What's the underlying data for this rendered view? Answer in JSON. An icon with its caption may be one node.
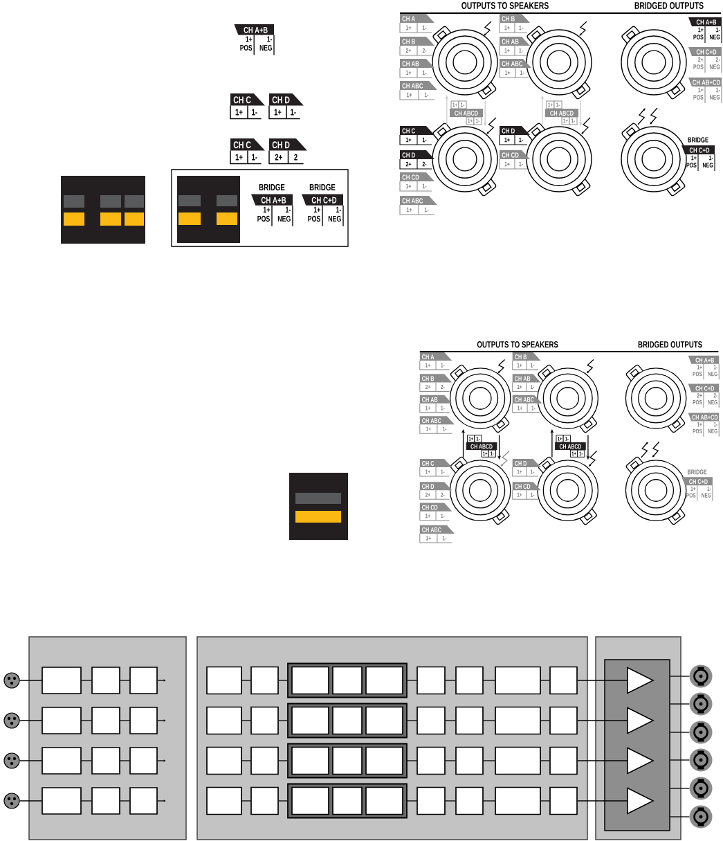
{
  "diagram": {
    "nodes": [
      {
        "text": [
          "CH A+B",
          "1+ POS",
          "1- NEG"
        ]
      },
      {
        "text": [
          "CH C",
          "1+",
          "1-"
        ]
      },
      {
        "text": [
          "CH D",
          "1+",
          "1-"
        ]
      },
      {
        "text": [
          "CH C",
          "1+",
          "1-"
        ]
      },
      {
        "text": [
          "CH D",
          "2+",
          "2"
        ]
      },
      {
        "text": [],
        "shape": "box"
      },
      {
        "text": [
          "BRIDGE",
          "CH A+B",
          "1+ POS",
          "1- NEG"
        ],
        "in": 5
      },
      {
        "text": [
          "BRIDGE",
          "CH C+D",
          "1+ POS",
          "1- NEG"
        ],
        "in": 5
      },
      {
        "text": [
          "CH A",
          "1+",
          "1-"
        ]
      },
      {
        "text": [
          "CH B",
          "2+",
          "2-"
        ]
      },
      {
        "text": [
          "CH AB",
          "1+",
          "1-"
        ]
      },
      {
        "text": [
          "CH ABC",
          "1+",
          "1-"
        ]
      },
      {
        "text": [
          "CH B",
          "1+",
          "1-"
        ]
      },
      {
        "text": [
          "CH AB",
          "1+",
          "1-"
        ]
      },
      {
        "text": [
          "CH ABC",
          "1+",
          "1-"
        ]
      },
      {
        "text": [
          "CH A+B",
          "1+ POS",
          "1- NEG"
        ]
      },
      {
        "text": [
          "CH C+D",
          "2+ POS",
          "2- NEG"
        ]
      },
      {
        "text": [
          "CH AB+CD",
          "1+ POS",
          "1- NEG"
        ]
      },
      {
        "text": [],
        "shape": "circle"
      },
      {
        "text": [],
        "shape": "circle"
      },
      {
        "text": [],
        "shape": "circle"
      },
      {
        "text": [
          "1+",
          "1-",
          "CH ABCD",
          "1+",
          "1-"
        ]
      },
      {
        "text": [
          "1+",
          "1-",
          "CH ABCD",
          "1+",
          "1-"
        ]
      },
      {
        "text": [
          "CH C",
          "1+",
          "1-"
        ]
      },
      {
        "text": [
          "CH D",
          "2+",
          "2-"
        ]
      },
      {
        "text": [
          "CH CD",
          "1+",
          "1-"
        ]
      },
      {
        "text": [
          "CH ABC",
          "1+",
          "1-"
        ]
      },
      {
        "text": [
          "CH D",
          "1+",
          "1-"
        ]
      },
      {
        "text": [
          "CH CD",
          "1+",
          "1-"
        ]
      },
      {
        "text": [
          "BRIDGE",
          "CH C+D",
          "1+ POS",
          "1- NEG"
        ]
      },
      {
        "text": [],
        "shape": "circle"
      },
      {
        "text": [],
        "shape": "circle"
      },
      {
        "text": [],
        "shape": "circle"
      },
      {
        "text": [
          "CH A",
          "1+",
          "1-"
        ]
      },
      {
        "text": [
          "CH B",
          "2+",
          "2-"
        ]
      },
      {
        "text": [
          "CH AB",
          "1+",
          "1-"
        ]
      },
      {
        "text": [
          "CH ABC",
          "1+",
          "1-"
        ]
      },
      {
        "text": [
          "CH B",
          "1+",
          "1-"
        ]
      },
      {
        "text": [
          "CH AB",
          "1+",
          "1-"
        ]
      },
      {
        "text": [
          "CH ABC",
          "1+",
          "1-"
        ]
      },
      {
        "text": [
          "CH A+B",
          "1+ POS",
          "1- NEG"
        ]
      },
      {
        "text": [
          "CH C+D",
          "2+ POS",
          "2- NEG"
        ]
      },
      {
        "text": [
          "CH AB+CD",
          "1+ POS",
          "1- NEG"
        ]
      },
      {
        "text": [],
        "shape": "circle"
      },
      {
        "text": [],
        "shape": "circle"
      },
      {
        "text": [],
        "shape": "circle"
      },
      {
        "text": [
          "1+",
          "1-",
          "CH ABCD",
          "1+",
          "1-"
        ]
      },
      {
        "text": [
          "1+",
          "1-",
          "CH ABCD",
          "1+",
          "1-"
        ]
      },
      {
        "text": [
          "CH C",
          "1+",
          "1-"
        ]
      },
      {
        "text": [
          "CH D",
          "2+",
          "2-"
        ]
      },
      {
        "text": [
          "CH CD",
          "1+",
          "1-"
        ]
      },
      {
        "text": [
          "CH ABC",
          "1+",
          "1-"
        ]
      },
      {
        "text": [
          "CH D",
          "1+",
          "1-"
        ]
      },
      {
        "text": [
          "CH CD",
          "1+",
          "1-"
        ]
      },
      {
        "text": [
          "BRIDGE",
          "CH C+D",
          "1+ POS",
          "1- NEG"
        ]
      },
      {
        "text": [],
        "shape": "circle"
      },
      {
        "text": [],
        "shape": "circle"
      },
      {
        "text": [],
        "shape": "circle"
      },
      {
        "text": [],
        "shape": "box"
      },
      {
        "text": [],
        "shape": "circle"
      },
      {
        "text": [],
        "shape": "circle"
      },
      {
        "text": [],
        "shape": "circle"
      },
      {
        "text": [],
        "shape": "circle"
      },
      {
        "text": [],
        "shape": "box",
        "in": 58
      },
      {
        "text": [],
        "shape": "box",
        "in": 58
      },
      {
        "text": [],
        "shape": "box",
        "in": 58
      },
      {
        "text": [],
        "shape": "box",
        "in": 58
      },
      {
        "text": [],
        "shape": "box",
        "in": 58
      },
      {
        "text": [],
        "shape": "box",
        "in": 58
      },
      {
        "text": [],
        "shape": "box",
        "in": 58
      },
      {
        "text": [],
        "shape": "box",
        "in": 58
      },
      {
        "text": [],
        "shape": "box",
        "in": 58
      },
      {
        "text": [],
        "shape": "box",
        "in": 58
      },
      {
        "text": [],
        "shape": "box",
        "in": 58
      },
      {
        "text": [],
        "shape": "box",
        "in": 58
      },
      {
        "text": [],
        "shape": "box"
      },
      {
        "text": [],
        "shape": "box",
        "in": 75
      },
      {
        "text": [],
        "shape": "box",
        "in": 75
      },
      {
        "text": [],
        "shape": "box",
        "in": 75
      },
      {
        "text": [],
        "shape": "box",
        "in": 78
      },
      {
        "text": [],
        "shape": "box",
        "in": 78
      },
      {
        "text": [],
        "shape": "box",
        "in": 78
      },
      {
        "text": [],
        "shape": "box",
        "in": 75
      },
      {
        "text": [],
        "shape": "box",
        "in": 75
      },
      {
        "text": [],
        "shape": "box",
        "in": 75
      },
      {
        "text": [],
        "shape": "box",
        "in": 75
      },
      {
        "text": [],
        "shape": "box",
        "in": 75
      },
      {
        "text": [],
        "shape": "box",
        "in": 75
      },
      {
        "text": [],
        "shape": "box",
        "in": 75
      },
      {
        "text": [],
        "shape": "box",
        "in": 88
      },
      {
        "text": [],
        "shape": "box",
        "in": 88
      },
      {
        "text": [],
        "shape": "box",
        "in": 88
      },
      {
        "text": [],
        "shape": "box",
        "in": 75
      },
      {
        "text": [],
        "shape": "box",
        "in": 75
      },
      {
        "text": [],
        "shape": "box",
        "in": 75
      },
      {
        "text": [],
        "shape": "box",
        "in": 75
      },
      {
        "text": [],
        "shape": "box",
        "in": 75
      },
      {
        "text": [],
        "shape": "box",
        "in": 75
      },
      {
        "text": [],
        "shape": "box",
        "in": 75
      },
      {
        "text": [],
        "shape": "box",
        "in": 98
      },
      {
        "text": [],
        "shape": "box",
        "in": 98
      },
      {
        "text": [],
        "shape": "box",
        "in": 98
      },
      {
        "text": [],
        "shape": "box",
        "in": 75
      },
      {
        "text": [],
        "shape": "box",
        "in": 75
      },
      {
        "text": [],
        "shape": "box",
        "in": 75
      },
      {
        "text": [],
        "shape": "box",
        "in": 75
      },
      {
        "text": [],
        "shape": "box",
        "in": 75
      },
      {
        "text": [],
        "shape": "box",
        "in": 75
      },
      {
        "text": [],
        "shape": "box",
        "in": 75
      },
      {
        "text": [],
        "shape": "box",
        "in": 108
      },
      {
        "text": [],
        "shape": "box",
        "in": 108
      },
      {
        "text": [],
        "shape": "box",
        "in": 108
      },
      {
        "text": [],
        "shape": "box",
        "in": 75
      },
      {
        "text": [],
        "shape": "box",
        "in": 75
      },
      {
        "text": [],
        "shape": "box",
        "in": 75
      },
      {
        "text": [],
        "shape": "box",
        "in": 75
      },
      {
        "text": [],
        "shape": "box"
      },
      {
        "text": [],
        "shape": "box",
        "in": 116
      },
      {
        "text": [],
        "shape": "triangle",
        "in": 117
      },
      {
        "text": [],
        "shape": "triangle",
        "in": 117
      },
      {
        "text": [],
        "shape": "triangle",
        "in": 117
      },
      {
        "text": [],
        "shape": "triangle",
        "in": 117
      },
      {
        "text": [],
        "shape": "circle"
      },
      {
        "text": [],
        "shape": "circle"
      },
      {
        "text": [],
        "shape": "circle"
      },
      {
        "text": [],
        "shape": "circle"
      },
      {
        "text": [],
        "shape": "circle"
      },
      {
        "text": [],
        "shape": "circle"
      }
    ],
    "edges": [
      {
        "from": 21,
        "to": 18,
        "arrow": "to",
        "color": "#cccccc"
      },
      {
        "from": 21,
        "to": 30,
        "arrow": "to",
        "color": "#cccccc"
      },
      {
        "from": 22,
        "to": 19,
        "arrow": "to",
        "color": "#cccccc"
      },
      {
        "from": 22,
        "to": 31,
        "arrow": "to",
        "color": "#cccccc"
      },
      {
        "from": 46,
        "to": 43,
        "arrow": "to"
      },
      {
        "from": 46,
        "to": 55,
        "arrow": "to"
      },
      {
        "from": 47,
        "to": 44,
        "arrow": "to"
      },
      {
        "from": 47,
        "to": 56,
        "arrow": "to"
      },
      {
        "from": 59,
        "to": 63,
        "arrow": "none"
      },
      {
        "from": 63,
        "to": 64,
        "arrow": "none"
      },
      {
        "from": 64,
        "to": 65,
        "arrow": "none"
      },
      {
        "from": 65,
        "to": null,
        "arrow": "to"
      },
      {
        "from": 60,
        "to": 66,
        "arrow": "none"
      },
      {
        "from": 66,
        "to": 67,
        "arrow": "none"
      },
      {
        "from": 67,
        "to": 68,
        "arrow": "none"
      },
      {
        "from": 68,
        "to": null,
        "arrow": "to"
      },
      {
        "from": 61,
        "to": 69,
        "arrow": "none"
      },
      {
        "from": 69,
        "to": 70,
        "arrow": "none"
      },
      {
        "from": 70,
        "to": 71,
        "arrow": "none"
      },
      {
        "from": 71,
        "to": null,
        "arrow": "to"
      },
      {
        "from": 62,
        "to": 72,
        "arrow": "none"
      },
      {
        "from": 72,
        "to": 73,
        "arrow": "none"
      },
      {
        "from": 73,
        "to": 74,
        "arrow": "none"
      },
      {
        "from": 74,
        "to": null,
        "arrow": "to"
      },
      {
        "from": 76,
        "to": 77,
        "arrow": "none"
      },
      {
        "from": 77,
        "to": 78,
        "arrow": "none"
      },
      {
        "from": 78,
        "to": 82,
        "arrow": "none"
      },
      {
        "from": 82,
        "to": 83,
        "arrow": "none"
      },
      {
        "from": 83,
        "to": 84,
        "arrow": "none"
      },
      {
        "from": 84,
        "to": 85,
        "arrow": "none"
      },
      {
        "from": 85,
        "to": 118,
        "arrow": "none"
      },
      {
        "from": 86,
        "to": 87,
        "arrow": "none"
      },
      {
        "from": 87,
        "to": 88,
        "arrow": "none"
      },
      {
        "from": 88,
        "to": 92,
        "arrow": "none"
      },
      {
        "from": 92,
        "to": 93,
        "arrow": "none"
      },
      {
        "from": 93,
        "to": 94,
        "arrow": "none"
      },
      {
        "from": 94,
        "to": 95,
        "arrow": "none"
      },
      {
        "from": 95,
        "to": 119,
        "arrow": "none"
      },
      {
        "from": 96,
        "to": 97,
        "arrow": "none"
      },
      {
        "from": 97,
        "to": 98,
        "arrow": "none"
      },
      {
        "from": 98,
        "to": 102,
        "arrow": "none"
      },
      {
        "from": 102,
        "to": 103,
        "arrow": "none"
      },
      {
        "from": 103,
        "to": 104,
        "arrow": "none"
      },
      {
        "from": 104,
        "to": 105,
        "arrow": "none"
      },
      {
        "from": 105,
        "to": 120,
        "arrow": "none"
      },
      {
        "from": 106,
        "to": 107,
        "arrow": "none"
      },
      {
        "from": 107,
        "to": 108,
        "arrow": "none"
      },
      {
        "from": 108,
        "to": 112,
        "arrow": "none"
      },
      {
        "from": 112,
        "to": 113,
        "arrow": "none"
      },
      {
        "from": 113,
        "to": 114,
        "arrow": "none"
      },
      {
        "from": 114,
        "to": 115,
        "arrow": "none"
      },
      {
        "from": 115,
        "to": 121,
        "arrow": "none"
      },
      {
        "from": 117,
        "to": 122,
        "arrow": "none"
      },
      {
        "from": 117,
        "to": 123,
        "arrow": "none"
      },
      {
        "from": 117,
        "to": 124,
        "arrow": "none"
      },
      {
        "from": 117,
        "to": 125,
        "arrow": "none"
      },
      {
        "from": 117,
        "to": 126,
        "arrow": "none"
      },
      {
        "from": 117,
        "to": 127,
        "arrow": "none"
      }
    ],
    "labels": [
      "OUTPUTS TO SPEAKERS",
      "BRIDGED OUTPUTS",
      "OUTPUTS TO SPEAKERS",
      "BRIDGED OUTPUTS"
    ]
  }
}
